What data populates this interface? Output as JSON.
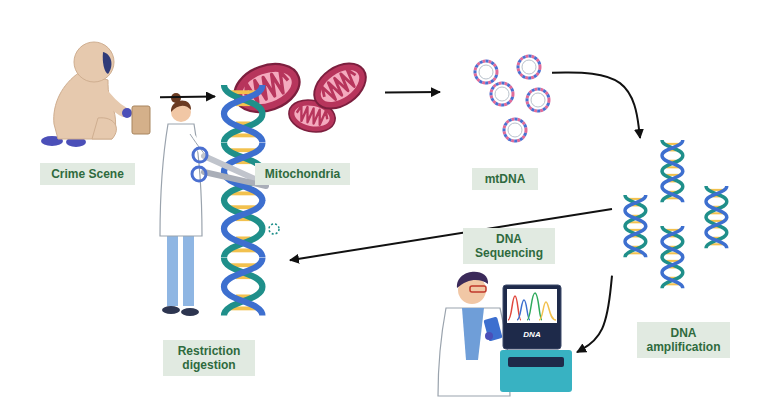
{
  "diagram": {
    "nodes": [
      {
        "text": [
          "Crime Scene"
        ]
      },
      {
        "text": [
          "Mitochondria"
        ]
      },
      {
        "text": [
          "mtDNA"
        ]
      },
      {
        "text": [
          "DNA amplification"
        ]
      },
      {
        "text": [
          "DNA Sequencing"
        ]
      },
      {
        "text": [
          "Restriction digestion"
        ]
      }
    ],
    "edges": [
      {
        "from": 0,
        "to": 1,
        "arrow": "to"
      },
      {
        "from": 1,
        "to": 2,
        "arrow": "to"
      },
      {
        "from": 2,
        "to": 3,
        "arrow": "to"
      },
      {
        "from": 3,
        "to": 4,
        "arrow": "to"
      },
      {
        "from": 3,
        "to": 5,
        "arrow": "to"
      }
    ],
    "labels": [
      "DNA"
    ]
  }
}
